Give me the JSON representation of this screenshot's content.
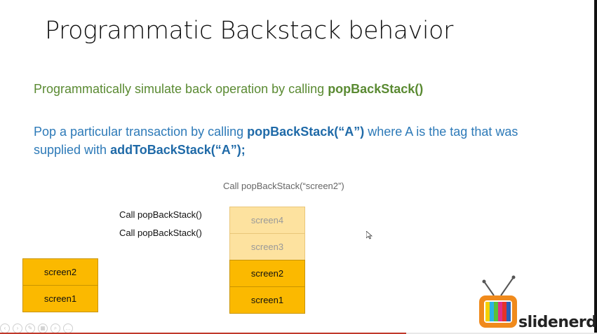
{
  "slide": {
    "title": "Programmatic Backstack behavior",
    "line1_text": "Programmatically simulate back operation by calling ",
    "line1_bold": "popBackStack()",
    "line2_text_a": "Pop a particular transaction by calling ",
    "line2_bold_a": "popBackStack(“A”)",
    "line2_text_b": " where A is the tag that was supplied with ",
    "line2_bold_b": "addToBackStack(“A”);"
  },
  "diagram": {
    "caption": "Call popBackStack(“screen2”)",
    "calls": [
      "Call popBackStack()",
      "Call popBackStack()"
    ],
    "left_stack": [
      "screen2",
      "screen1"
    ],
    "right_stack_faded": [
      "screen4",
      "screen3"
    ],
    "right_stack_solid": [
      "screen2",
      "screen1"
    ]
  },
  "branding": {
    "logo_text": "slidenerd"
  },
  "colors": {
    "green": "#5a8a32",
    "blue": "#2d7ab8",
    "stack_orange": "#fbb900",
    "stack_faded": "#fde29f"
  },
  "player": {
    "progress": 0.68
  }
}
